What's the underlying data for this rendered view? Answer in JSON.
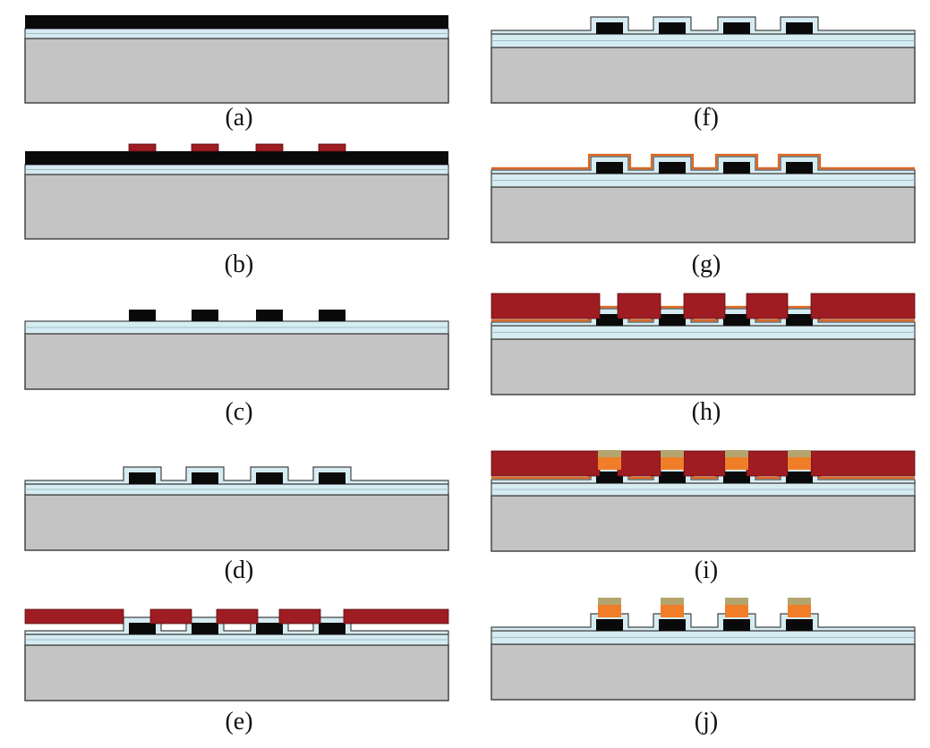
{
  "figure": {
    "panels": [
      {
        "id": "a",
        "label": "(a)",
        "steps": [
          "substrate",
          "oxide-layer",
          "metal-film-full"
        ]
      },
      {
        "id": "b",
        "label": "(b)",
        "steps": [
          "substrate",
          "oxide-layer",
          "metal-film-full",
          "resist-mask-pads"
        ]
      },
      {
        "id": "c",
        "label": "(c)",
        "steps": [
          "substrate",
          "oxide-layer",
          "metal-pads"
        ]
      },
      {
        "id": "d",
        "label": "(d)",
        "steps": [
          "substrate",
          "oxide-layer",
          "metal-pads",
          "conformal-dielectric"
        ]
      },
      {
        "id": "e",
        "label": "(e)",
        "steps": [
          "substrate",
          "oxide-layer",
          "metal-pads",
          "conformal-dielectric",
          "resist-with-openings"
        ]
      },
      {
        "id": "f",
        "label": "(f)",
        "steps": [
          "substrate",
          "oxide-layer",
          "metal-pads",
          "conformal-dielectric"
        ]
      },
      {
        "id": "g",
        "label": "(g)",
        "steps": [
          "substrate",
          "oxide-layer",
          "metal-pads",
          "conformal-dielectric",
          "seed-layer"
        ]
      },
      {
        "id": "h",
        "label": "(h)",
        "steps": [
          "substrate",
          "oxide-layer",
          "metal-pads",
          "conformal-dielectric",
          "seed-layer",
          "thick-resist-with-openings"
        ]
      },
      {
        "id": "i",
        "label": "(i)",
        "steps": [
          "substrate",
          "oxide-layer",
          "metal-pads",
          "conformal-dielectric",
          "seed-layer",
          "thick-resist-with-openings",
          "plated-bumps"
        ]
      },
      {
        "id": "j",
        "label": "(j)",
        "steps": [
          "substrate",
          "oxide-layer",
          "metal-pads",
          "conformal-dielectric",
          "plated-bumps"
        ]
      }
    ]
  },
  "colors": {
    "substrate": "#c4c4c4",
    "oxide": "#d6ecf3",
    "outline": "#444444",
    "metal": "#0a0a0a",
    "resist": "#9e1c22",
    "seed": "#e0661f",
    "bump_orange": "#f07d28",
    "bump_cap": "#b3a56e"
  }
}
